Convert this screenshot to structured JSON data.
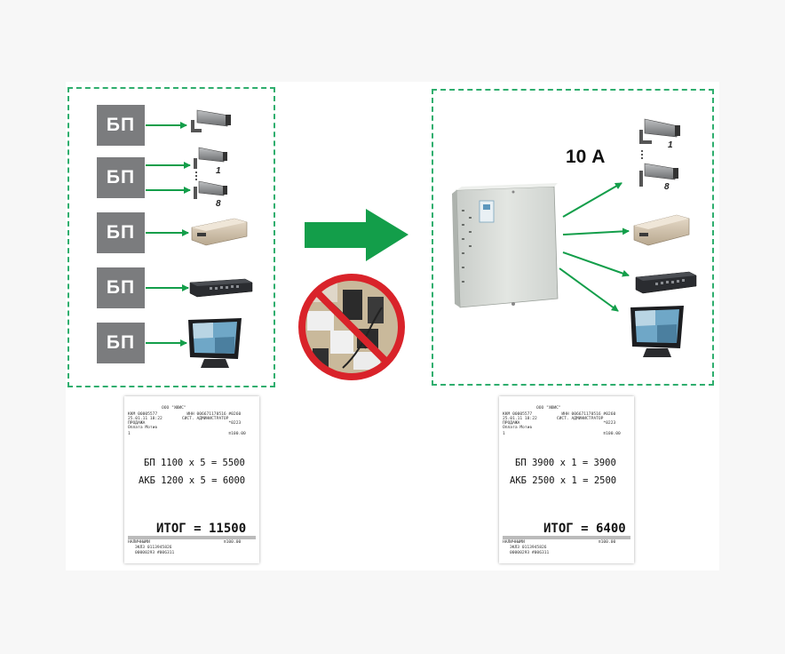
{
  "left": {
    "psu_label": "БП",
    "cam_numbers": [
      "1",
      "8"
    ]
  },
  "right": {
    "current_label": "10 А",
    "cam_numbers": [
      "1",
      "8"
    ]
  },
  "receipt_left": {
    "header": [
      "ООО \"ХЮИС\"",
      "ККМ 00005577            ИНН 006671170516 #0260",
      "25.01.11 18:22        СИСТ. АДМИНИСТРАТОР",
      "ПРОДАЖА                                  *0223",
      "Оплата Мотив",
      "1                                        ≡100.00"
    ],
    "line1": "БП 1100 x 5 = 5500",
    "line2": "АКБ 1200 x 5 = 6000",
    "total": "ИТОГ = 11500",
    "footer": [
      "НАЛИЧНЫМИ                              ≡100.00",
      "ЭКЛЗ 0113945826",
      "00000293 #006311"
    ]
  },
  "receipt_right": {
    "header": [
      "ООО \"ХЮИС\"",
      "ККМ 00005577            ИНН 006671170516 #0260",
      "25.01.11 18:22        СИСТ. АДМИНИСТРАТОР",
      "ПРОДАЖА                                  *0223",
      "Оплата Мотив",
      "1                                        ≡100.00"
    ],
    "line1": "БП 3900 x 1 = 3900",
    "line2": "АКБ 2500 x 1 = 2500",
    "total": "ИТОГ = 6400",
    "footer": [
      "НАЛИЧНЫМИ                              ≡100.00",
      "ЭКЛЗ 0113945826",
      "00000293 #006311"
    ]
  },
  "colors": {
    "arrow_green": "#139e4a",
    "panel_border": "#2fae6e",
    "psu_gray": "#7b7c7e",
    "prohibit_red": "#d9232a"
  }
}
